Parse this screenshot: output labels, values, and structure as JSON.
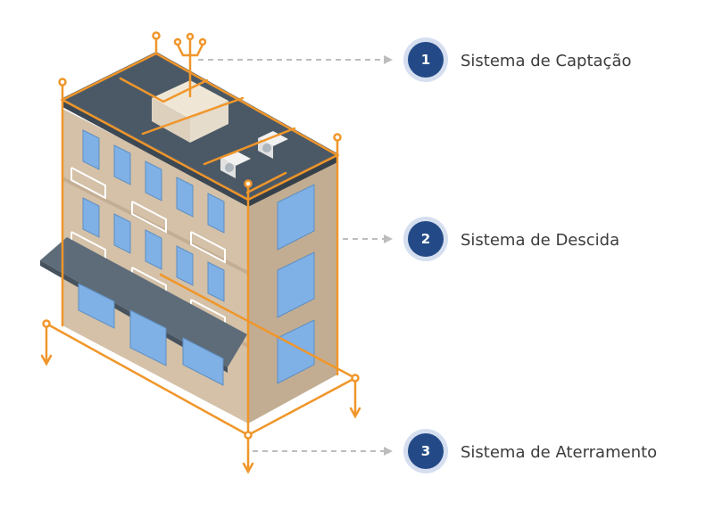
{
  "colors": {
    "background": "#ffffff",
    "lightning_protection": "#f0962a",
    "badge": "#234a86",
    "badge_ring": "#d6dff0",
    "leader_line": "#bdbdbd",
    "label": "#3c3c3c",
    "roof": "#4b5966",
    "wall_front": "#d4c1a8",
    "wall_side": "#c2ad92",
    "window": "#7fb0e6",
    "awning": "#5e6c79"
  },
  "icons": [
    "rooftop-air-terminal-icon",
    "hvac-unit-icon",
    "ground-electrode-icon"
  ],
  "labels": [
    {
      "number": "1",
      "text": "Sistema de Captação"
    },
    {
      "number": "2",
      "text": "Sistema de Descida"
    },
    {
      "number": "3",
      "text": "Sistema de Aterramento"
    }
  ]
}
